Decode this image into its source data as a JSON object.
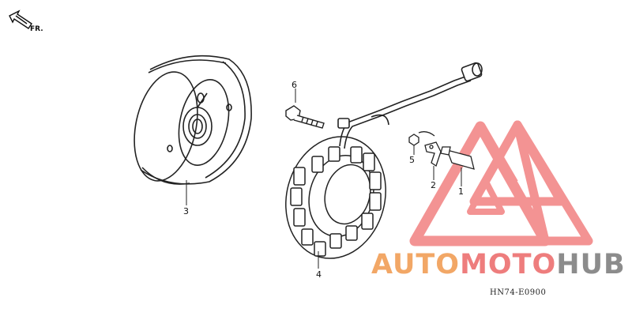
{
  "direction_arrow": {
    "label": "FR.",
    "icon": "front-direction-arrow-icon"
  },
  "callouts": [
    {
      "id": "1",
      "label": "1",
      "part": "pulse-generator"
    },
    {
      "id": "2",
      "label": "2",
      "part": "clamp"
    },
    {
      "id": "3",
      "label": "3",
      "part": "flywheel"
    },
    {
      "id": "4",
      "label": "4",
      "part": "stator"
    },
    {
      "id": "5",
      "label": "5",
      "part": "bolt-small"
    },
    {
      "id": "6",
      "label": "6",
      "part": "bolt-stator"
    }
  ],
  "watermark": {
    "word_1": "AUTO",
    "word_2": "MOTO",
    "word_3": "HUB",
    "colors": {
      "orange": "#f2a766",
      "red": "#ee7d7d",
      "gray": "#8c8c8c"
    }
  },
  "diagram_code": "HN74-E0900"
}
